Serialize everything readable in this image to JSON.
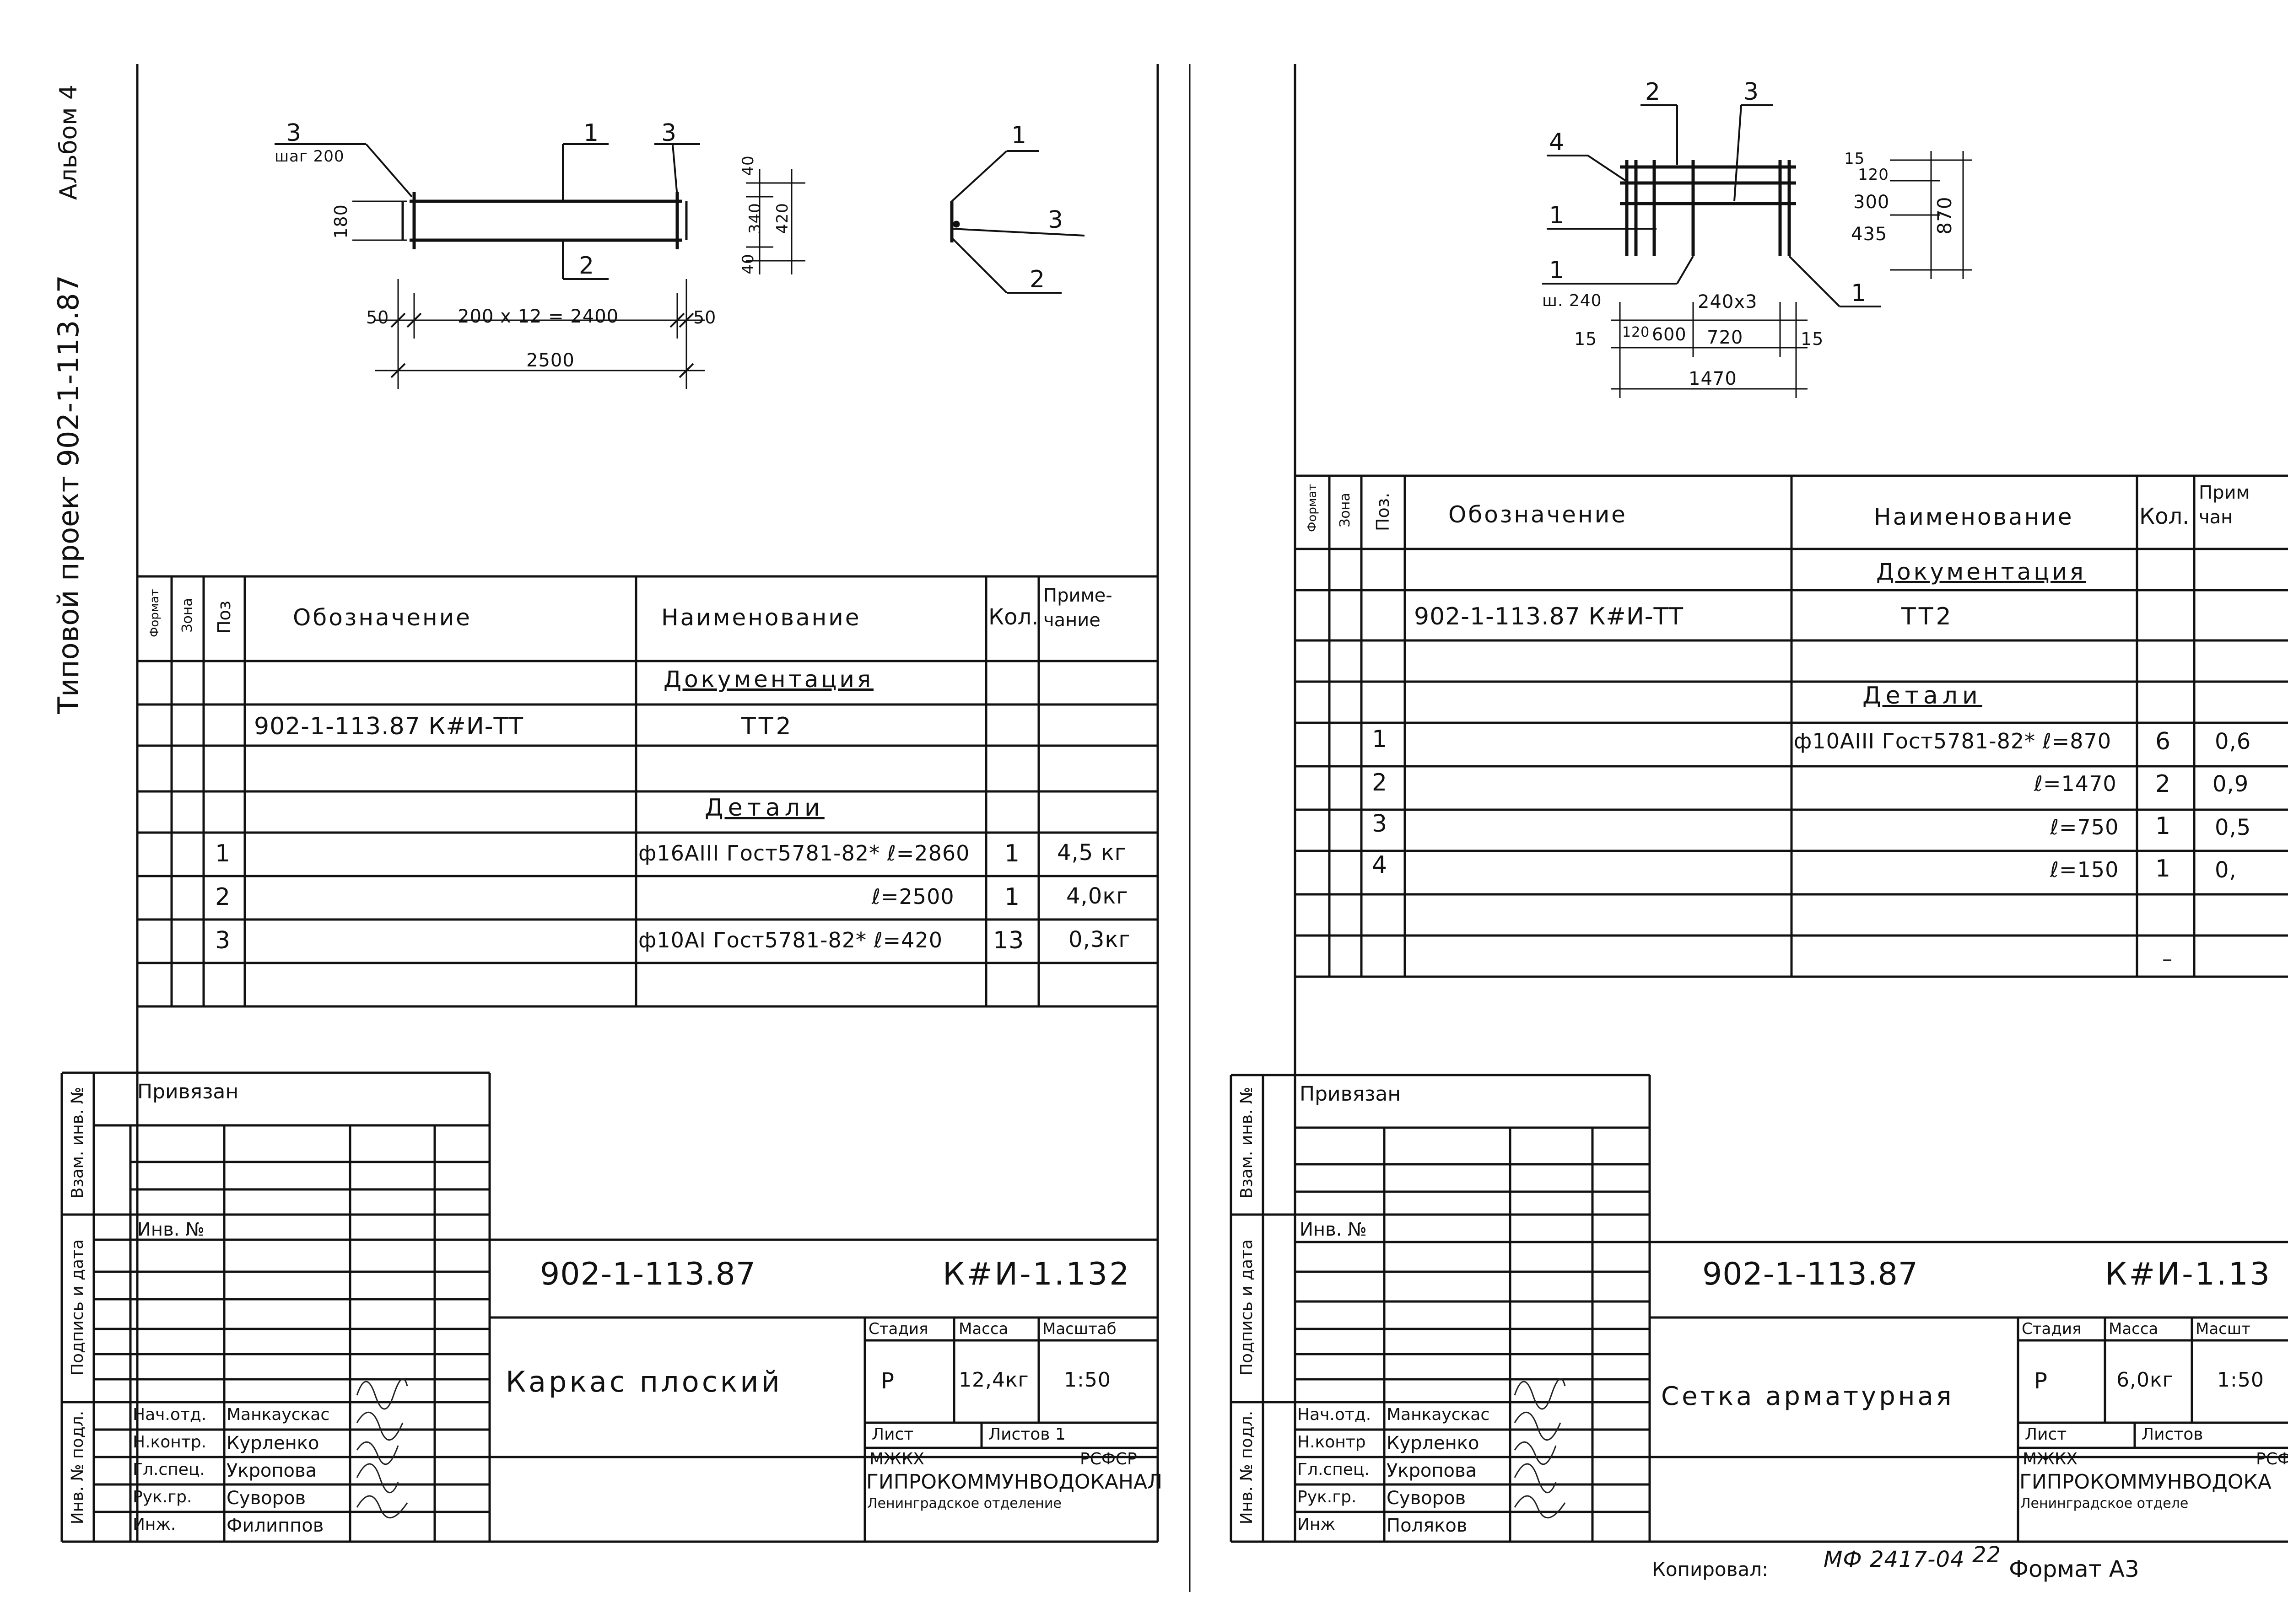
{
  "margin": {
    "project": "Типовой проект 902-1-113.87",
    "album": "Альбом 4"
  },
  "left": {
    "drawing": {
      "callouts": [
        "3",
        "1",
        "3",
        "2",
        "1",
        "3",
        "2"
      ],
      "shag": "шаг 200",
      "dim_180": "180",
      "dim_50a": "50",
      "dim_span": "200 x 12 = 2400",
      "dim_50b": "50",
      "dim_total": "2500",
      "dim_40a": "40",
      "dim_340": "340",
      "dim_40b": "40",
      "dim_420": "420"
    },
    "spec": {
      "headers": {
        "format": "Формат",
        "zone": "Зона",
        "pos": "Поз",
        "designation": "Обозначение",
        "name": "Наименование",
        "qty": "Кол.",
        "note": "Приме-\nчание"
      },
      "section_docs": "Документация",
      "doc_designation": "902-1-113.87 К#И-ТТ",
      "doc_name": "ТТ2",
      "section_parts": "Детали",
      "rows": [
        {
          "pos": "1",
          "name": "ф16АIII Гост5781-82* ℓ=2860",
          "qty": "1",
          "note": "4,5 кг"
        },
        {
          "pos": "2",
          "name": "ℓ=2500",
          "qty": "1",
          "note": "4,0кг"
        },
        {
          "pos": "3",
          "name": "ф10АI Гост5781-82* ℓ=420",
          "qty": "13",
          "note": "0,3кг"
        }
      ]
    },
    "stamp": {
      "privyazan": "Привязан",
      "inv_no": "Инв. №",
      "side_labels": [
        "Инв. № подл.",
        "Подпись и дата",
        "Взам. инв. №"
      ],
      "code": "902-1-113.87",
      "sheet_code": "К#И-1.132",
      "title": "Каркас плоский",
      "stage_h": "Стадия",
      "mass_h": "Масса",
      "scale_h": "Масштаб",
      "stage": "Р",
      "mass": "12,4кг",
      "scale": "1:50",
      "sheet_h": "Лист",
      "sheets_h": "Листов 1",
      "org1": "МЖКХ",
      "org2": "РСФСР",
      "org3": "ГИПРОКОММУНВОДОКАНАЛ",
      "org4": "Ленинградское отделение",
      "people": [
        {
          "role": "Нач.отд.",
          "name": "Манкаускас"
        },
        {
          "role": "Н.контр.",
          "name": "Курленко"
        },
        {
          "role": "Гл.спец.",
          "name": "Укропова"
        },
        {
          "role": "Рук.гр.",
          "name": "Суворов"
        },
        {
          "role": "Инж.",
          "name": "Филиппов"
        }
      ]
    }
  },
  "right": {
    "drawing": {
      "callouts": [
        "2",
        "3",
        "4",
        "1",
        "1",
        "1"
      ],
      "sh": "ш. 240",
      "dim_240x3": "240x3",
      "dim_15a": "15",
      "dim_120": "120",
      "dim_600": "600",
      "dim_720": "720",
      "dim_15b": "15",
      "dim_1470": "1470",
      "dim_15c": "15",
      "dim_120b": "120",
      "dim_300": "300",
      "dim_435": "435",
      "dim_870": "870"
    },
    "spec": {
      "headers": {
        "format": "Формат",
        "zone": "Зона",
        "pos": "Поз.",
        "designation": "Обозначение",
        "name": "Наименование",
        "qty": "Кол.",
        "note": "Прим\nчан"
      },
      "section_docs": "Документация",
      "doc_designation": "902-1-113.87 К#И-ТТ",
      "doc_name": "ТТ2",
      "section_parts": "Детали",
      "rows": [
        {
          "pos": "1",
          "name": "ф10АIII Гост5781-82* ℓ=870",
          "qty": "6",
          "note": "0,6"
        },
        {
          "pos": "2",
          "name": "ℓ=1470",
          "qty": "2",
          "note": "0,9"
        },
        {
          "pos": "3",
          "name": "ℓ=750",
          "qty": "1",
          "note": "0,5"
        },
        {
          "pos": "4",
          "name": "ℓ=150",
          "qty": "1",
          "note": "0,"
        }
      ],
      "dash": "–"
    },
    "stamp": {
      "privyazan": "Привязан",
      "inv_no": "Инв. №",
      "side_labels": [
        "Инв. № подл.",
        "Подпись и дата",
        "Взам. инв. №"
      ],
      "code": "902-1-113.87",
      "sheet_code": "К#И-1.13",
      "title": "Сетка арматурная",
      "stage_h": "Стадия",
      "mass_h": "Масса",
      "scale_h": "Масшт",
      "stage": "Р",
      "mass": "6,0кг",
      "scale": "1:50",
      "sheet_h": "Лист",
      "sheets_h": "Листов",
      "org1": "МЖКХ",
      "org2": "РСФ",
      "org3": "ГИПРОКОММУНВОДОКА",
      "org4": "Ленинградское отделе",
      "people": [
        {
          "role": "Нач.отд.",
          "name": "Манкаускас"
        },
        {
          "role": "Н.контр",
          "name": "Курленко"
        },
        {
          "role": "Гл.спец.",
          "name": "Укропова"
        },
        {
          "role": "Рук.гр.",
          "name": "Суворов"
        },
        {
          "role": "Инж",
          "name": "Поляков"
        }
      ]
    }
  },
  "footer": {
    "copied": "Копировал:",
    "copied_sig": "МФ 2417-04",
    "sheet_num": "22",
    "format": "Формат А3"
  }
}
